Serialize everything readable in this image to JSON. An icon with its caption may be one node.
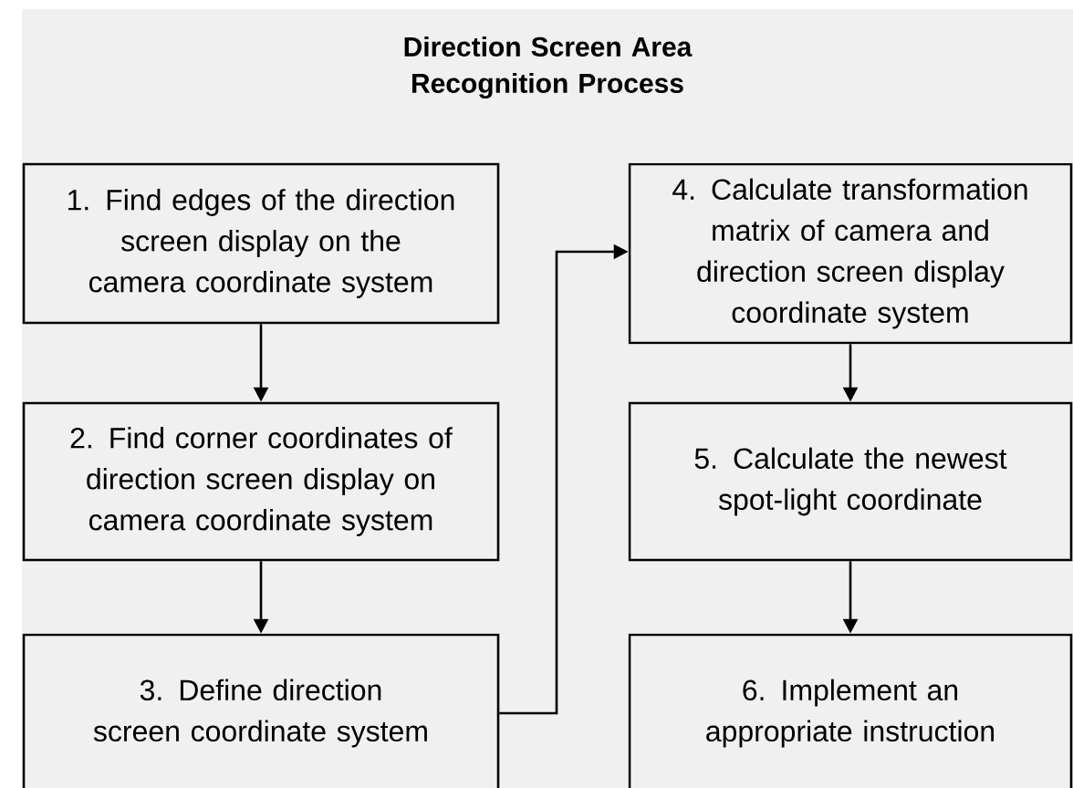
{
  "diagram": {
    "title": "Direction Screen Area Recognition Process",
    "nodes": [
      {
        "text": [
          "1. Find edges of the direction screen display on the camera coordinate system"
        ]
      },
      {
        "text": [
          "2. Find corner coordinates of direction screen display on camera coordinate system"
        ]
      },
      {
        "text": [
          "3. Define direction screen coordinate system"
        ]
      },
      {
        "text": [
          "4. Calculate transformation matrix of camera and direction screen display coordinate system"
        ]
      },
      {
        "text": [
          "5. Calculate the newest spot-light coordinate"
        ]
      },
      {
        "text": [
          "6. Implement an appropriate instruction"
        ]
      }
    ],
    "edges": [
      {
        "from": 0,
        "to": 1,
        "arrow": "to"
      },
      {
        "from": 1,
        "to": 2,
        "arrow": "to"
      },
      {
        "from": 2,
        "to": 3,
        "arrow": "to"
      },
      {
        "from": 3,
        "to": 4,
        "arrow": "to"
      },
      {
        "from": 4,
        "to": 5,
        "arrow": "to"
      }
    ]
  }
}
